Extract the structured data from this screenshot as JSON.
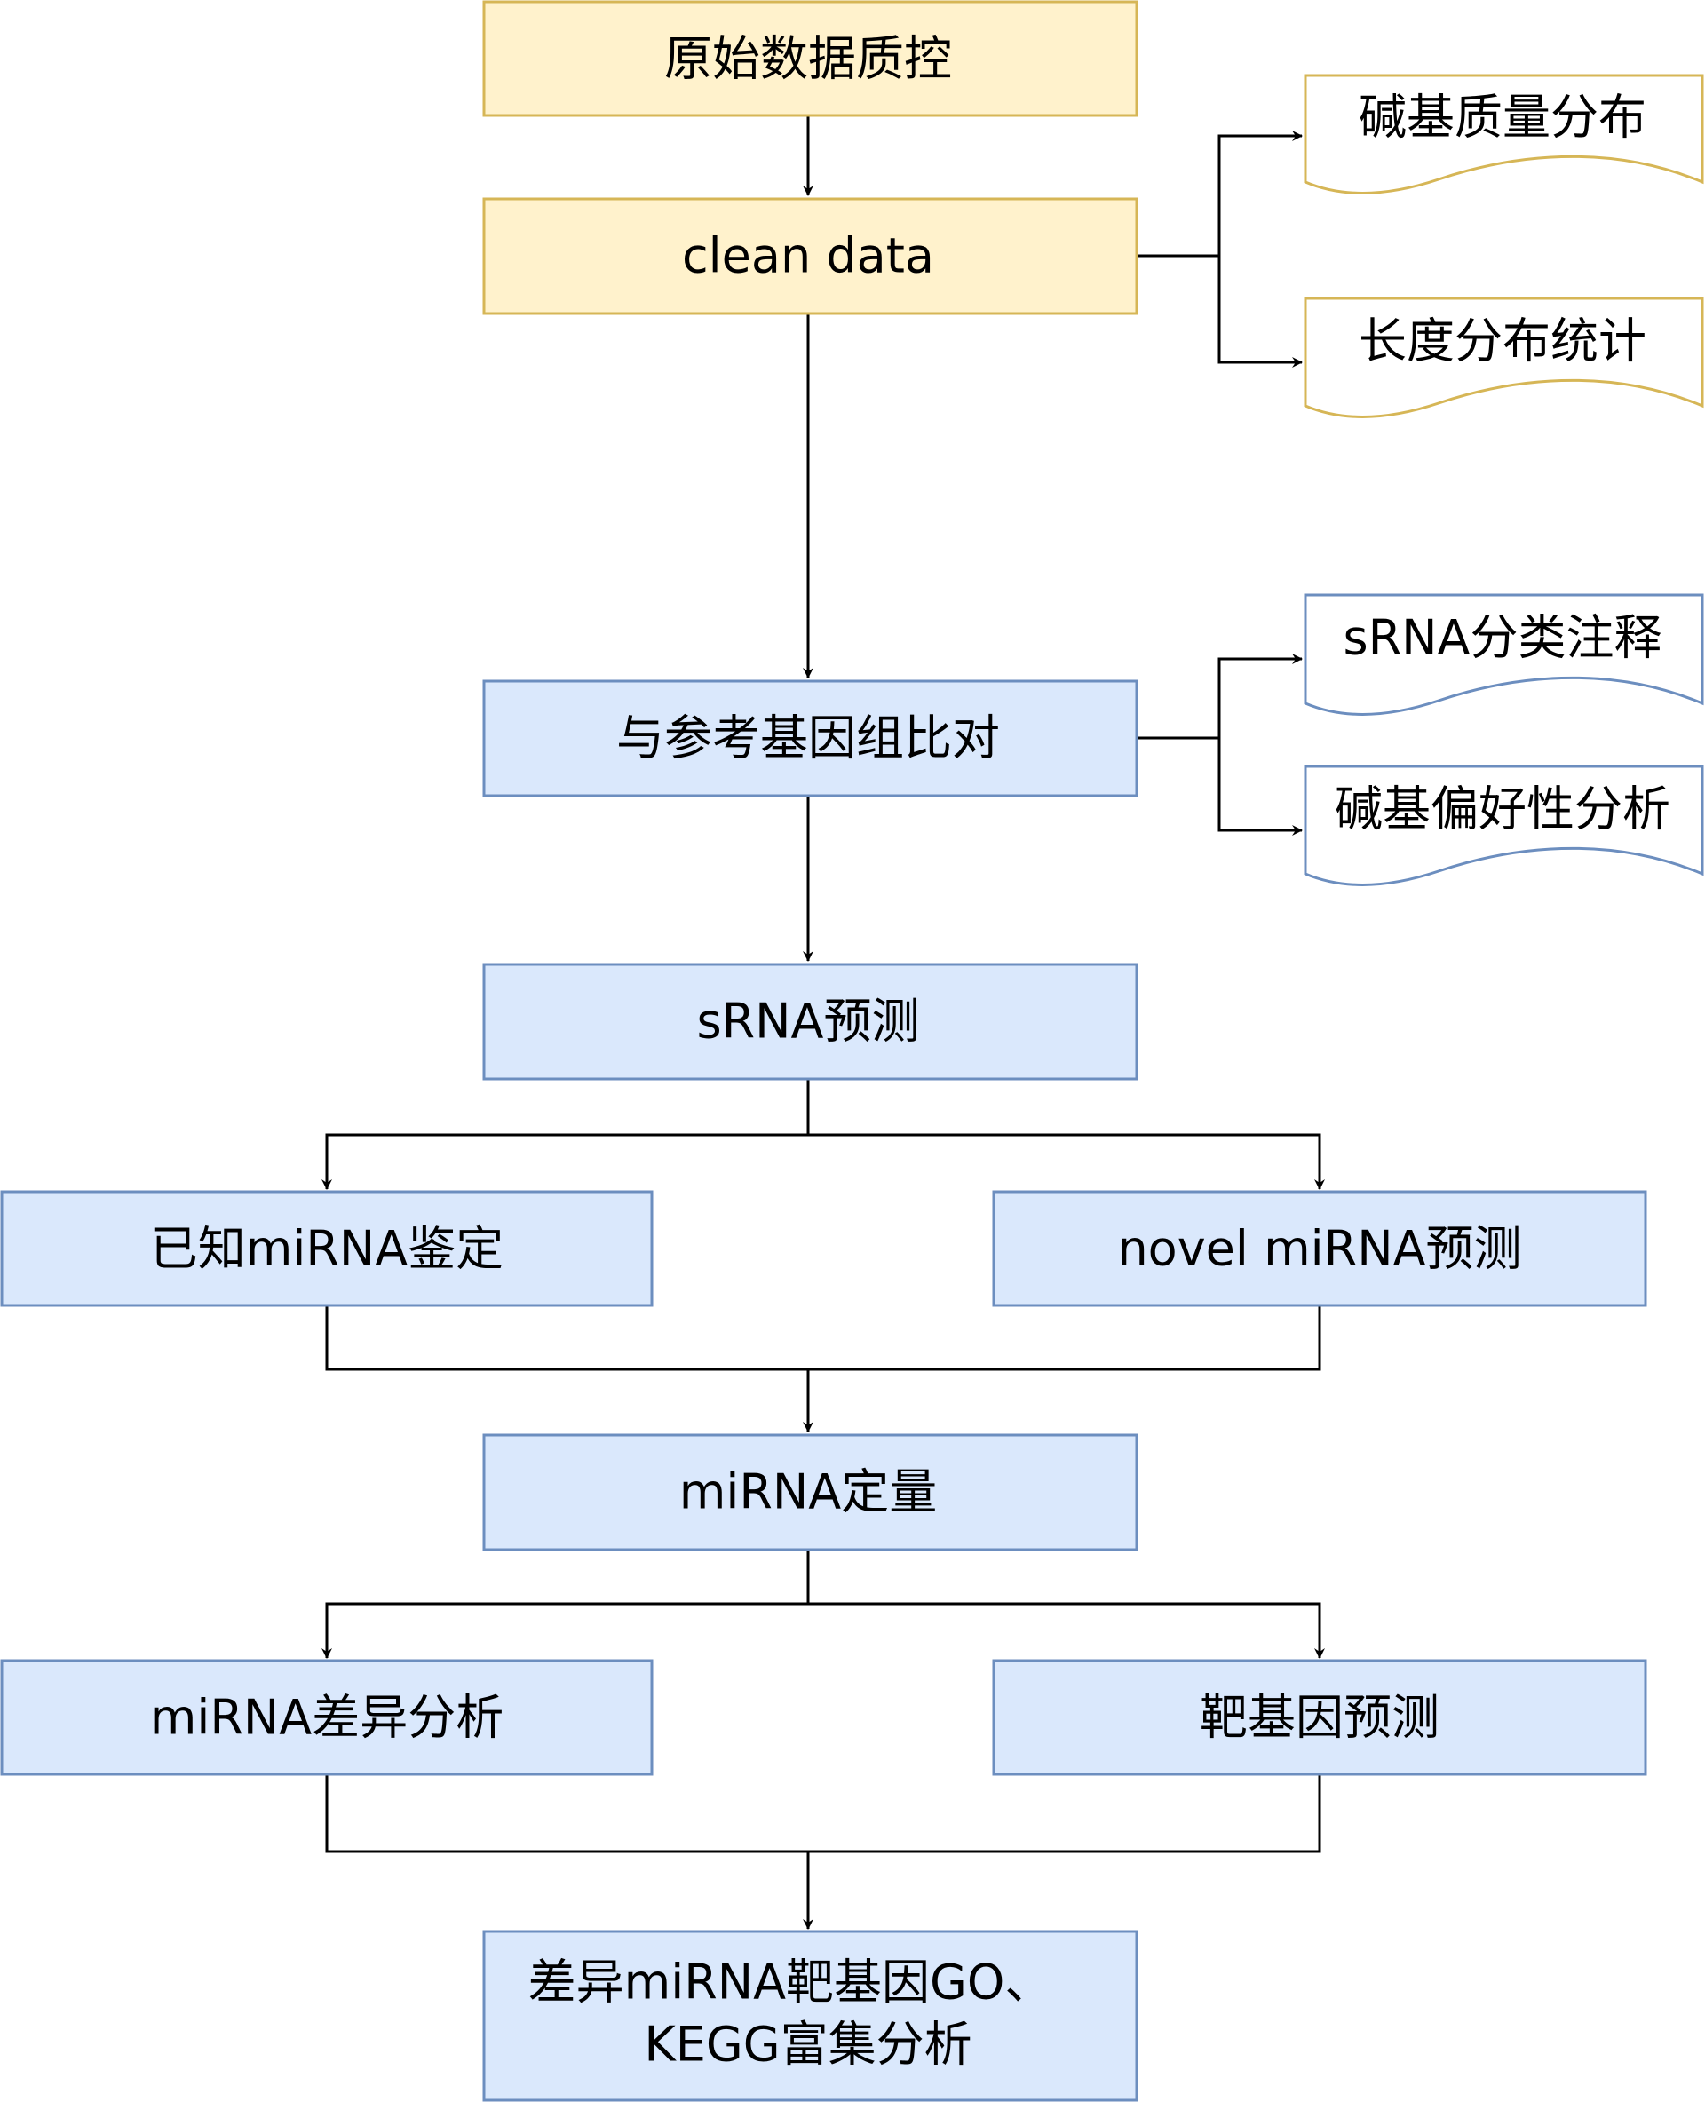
{
  "colors": {
    "yellow_fill": "#fff2cc",
    "yellow_stroke": "#d6b656",
    "blue_fill": "#dae8fc",
    "blue_stroke": "#6c8ebf",
    "line": "#000000"
  },
  "nodes": {
    "raw_qc": "原始数据质控",
    "clean_data": "clean data",
    "align": "与参考基因组比对",
    "srna_predict": "sRNA预测",
    "known_mirna": "已知miRNA鉴定",
    "novel_mirna": "novel miRNA预测",
    "mirna_quant": "miRNA定量",
    "mirna_diff": "miRNA差异分析",
    "target_predict": "靶基因预测",
    "enrich_line1": "差异miRNA靶基因GO、",
    "enrich_line2": "KEGG富集分析"
  },
  "side_docs": {
    "base_quality": "碱基质量分布",
    "length_stats": "长度分布统计",
    "srna_annot": "sRNA分类注释",
    "base_bias": "碱基偏好性分析"
  },
  "icons": {
    "edges": "arrow-icon"
  }
}
